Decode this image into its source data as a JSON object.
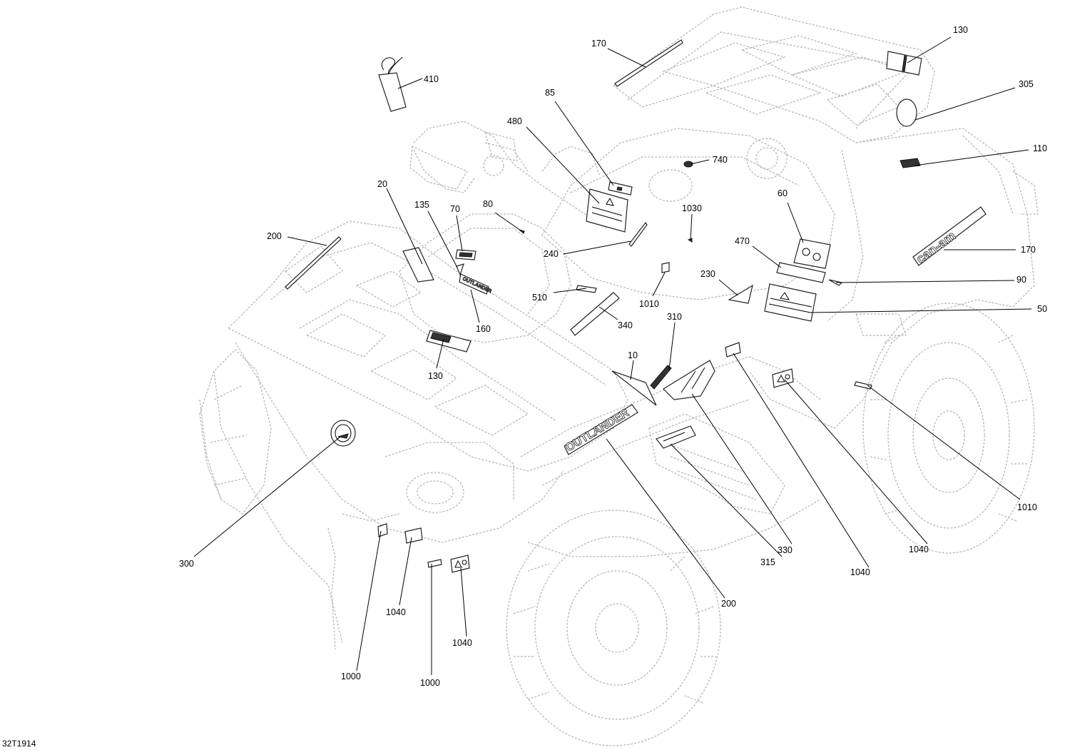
{
  "figure_id": "32T1914",
  "decal_texts": {
    "outlander": "OUTLANDER",
    "can_am": "can-am"
  },
  "callouts": [
    {
      "id": "c-170a",
      "label": "170"
    },
    {
      "id": "c-130a",
      "label": "130"
    },
    {
      "id": "c-410",
      "label": "410"
    },
    {
      "id": "c-305",
      "label": "305"
    },
    {
      "id": "c-85",
      "label": "85"
    },
    {
      "id": "c-480",
      "label": "480"
    },
    {
      "id": "c-110",
      "label": "110"
    },
    {
      "id": "c-740",
      "label": "740"
    },
    {
      "id": "c-20",
      "label": "20"
    },
    {
      "id": "c-60",
      "label": "60"
    },
    {
      "id": "c-135",
      "label": "135"
    },
    {
      "id": "c-70",
      "label": "70"
    },
    {
      "id": "c-80",
      "label": "80"
    },
    {
      "id": "c-1030",
      "label": "1030"
    },
    {
      "id": "c-200a",
      "label": "200"
    },
    {
      "id": "c-470",
      "label": "470"
    },
    {
      "id": "c-170b",
      "label": "170"
    },
    {
      "id": "c-240",
      "label": "240"
    },
    {
      "id": "c-230",
      "label": "230"
    },
    {
      "id": "c-90",
      "label": "90"
    },
    {
      "id": "c-510",
      "label": "510"
    },
    {
      "id": "c-1010a",
      "label": "1010"
    },
    {
      "id": "c-50",
      "label": "50"
    },
    {
      "id": "c-340",
      "label": "340"
    },
    {
      "id": "c-310",
      "label": "310"
    },
    {
      "id": "c-160",
      "label": "160"
    },
    {
      "id": "c-10",
      "label": "10"
    },
    {
      "id": "c-130b",
      "label": "130"
    },
    {
      "id": "c-1010b",
      "label": "1010"
    },
    {
      "id": "c-300",
      "label": "300"
    },
    {
      "id": "c-1040a",
      "label": "1040"
    },
    {
      "id": "c-330",
      "label": "330"
    },
    {
      "id": "c-1040b",
      "label": "1040"
    },
    {
      "id": "c-315",
      "label": "315"
    },
    {
      "id": "c-200b",
      "label": "200"
    },
    {
      "id": "c-1040c",
      "label": "1040"
    },
    {
      "id": "c-1040d",
      "label": "1040"
    },
    {
      "id": "c-1000a",
      "label": "1000"
    },
    {
      "id": "c-1000b",
      "label": "1000"
    }
  ]
}
